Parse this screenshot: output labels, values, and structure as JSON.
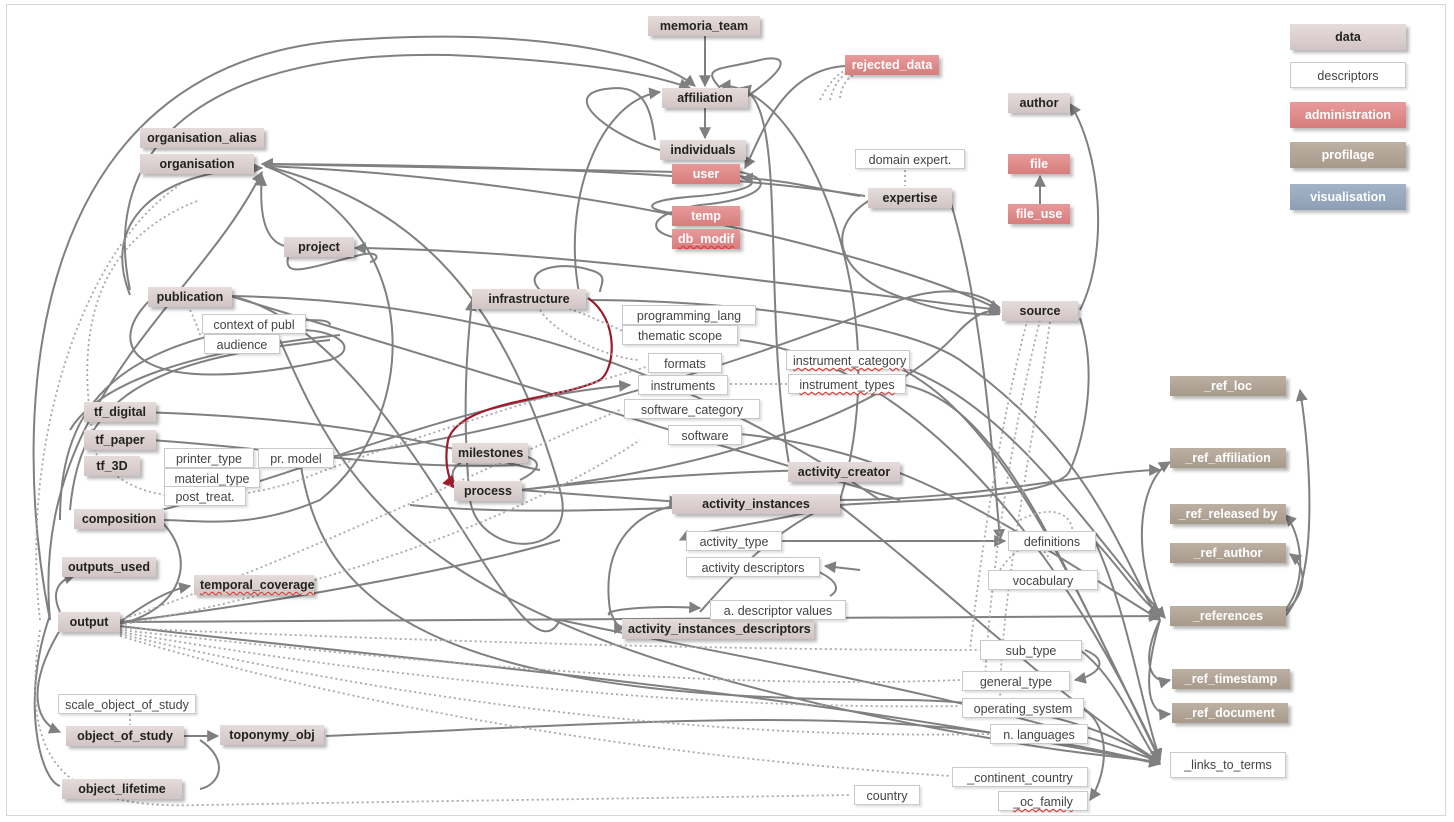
{
  "legend": {
    "data": "data",
    "descriptors": "descriptors",
    "administration": "administration",
    "profilage": "profilage",
    "visualisation": "visualisation"
  },
  "colors": {
    "data": "#d8cccc",
    "descriptors": "#ffffff",
    "administration": "#e08c8c",
    "profilage": "#b0a294",
    "visualisation": "#97a8bf",
    "edge": "#808080",
    "highlight_edge": "#9c1a2a"
  },
  "nodes": {
    "memoria_team": "memoria_team",
    "rejected_data": "rejected_data",
    "affiliation": "affiliation",
    "author": "author",
    "organisation_alias": "organisation_alias",
    "organisation": "organisation",
    "individuals": "individuals",
    "user": "user",
    "domain_expert": "domain expert.",
    "file": "file",
    "expertise": "expertise",
    "temp": "temp",
    "db_modif": "db_modif",
    "file_use": "file_use",
    "project": "project",
    "publication": "publication",
    "infrastructure": "infrastructure",
    "source": "source",
    "context_of_publ": "context of publ",
    "programming_lang": "programming_lang",
    "thematic_scope": "thematic scope",
    "audience": "audience",
    "formats": "formats",
    "instrument_category": "instrument_category",
    "instruments": "instruments",
    "instrument_types": "instrument_types",
    "ref_loc": "_ref_loc",
    "tf_digital": "tf_digital",
    "software_category": "software_category",
    "tf_paper": "tf_paper",
    "software": "software",
    "ref_affiliation": "_ref_affiliation",
    "milestones": "milestones",
    "tf_3D": "tf_3D",
    "printer_type": "printer_type",
    "pr_model": "pr. model",
    "activity_creator": "activity_creator",
    "material_type": "material_type",
    "process": "process",
    "post_treat": "post_treat.",
    "activity_instances": "activity_instances",
    "ref_released_by": "_ref_released by",
    "composition": "composition",
    "activity_type": "activity_type",
    "definitions": "definitions",
    "ref_author": "_ref_author",
    "outputs_used": "outputs_used",
    "activity_descriptors": "activity descriptors",
    "temporal_coverage": "temporal_coverage",
    "vocabulary": "vocabulary",
    "a_descriptor_values": "a. descriptor values",
    "references": "_references",
    "output": "output",
    "activity_instances_descriptors": "activity_instances_descriptors",
    "sub_type": "sub_type",
    "ref_timestamp": "_ref_timestamp",
    "general_type": "general_type",
    "scale_object_of_study": "scale_object_of_study",
    "operating_system": "operating_system",
    "ref_document": "_ref_document",
    "object_of_study": "object_of_study",
    "toponymy_obj": "toponymy_obj",
    "n_languages": "n. languages",
    "links_to_terms": "_links_to_terms",
    "continent_country": "_continent_country",
    "object_lifetime": "object_lifetime",
    "country": "country",
    "oc_family": "_oc_family"
  }
}
